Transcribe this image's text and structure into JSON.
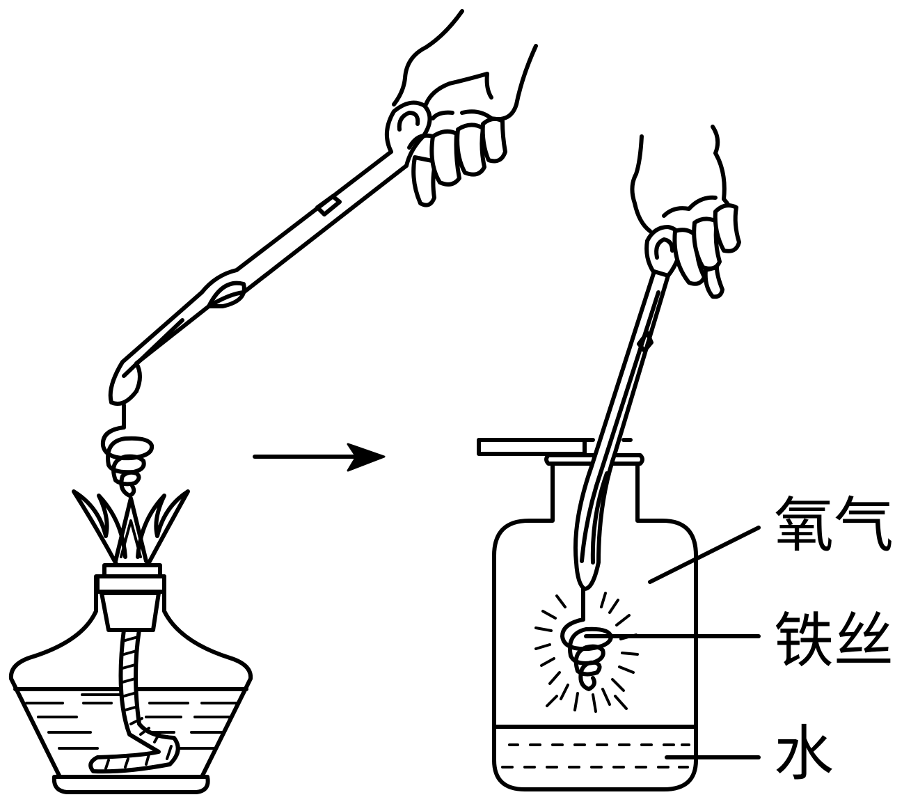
{
  "labels": {
    "oxygen": "氧气",
    "iron_wire": "铁丝",
    "water": "水"
  }
}
